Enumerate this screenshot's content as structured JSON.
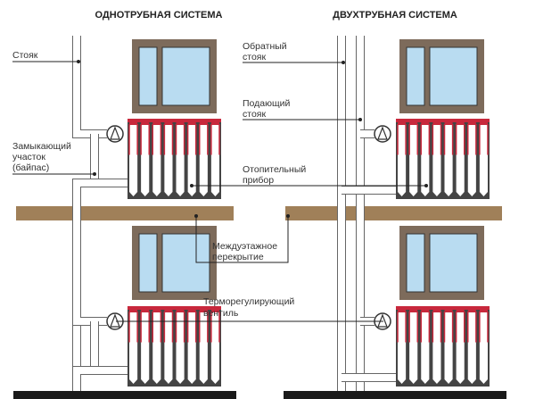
{
  "titles": {
    "one_pipe": "ОДНОТРУБНАЯ СИСТЕМА",
    "two_pipe": "ДВУХТРУБНАЯ СИСТЕМА"
  },
  "labels": {
    "riser": "Стояк",
    "bypass": [
      "Замыкающий",
      "участок",
      "(байпас)"
    ],
    "return_riser": [
      "Обратный",
      "стояк"
    ],
    "supply_riser": [
      "Подающий",
      "стояк"
    ],
    "heater": [
      "Отопительный",
      "прибор"
    ],
    "floor_slab": [
      "Междуэтажное",
      "перекрытие"
    ],
    "thermo_valve": [
      "Терморегулирующий",
      "вентиль"
    ]
  },
  "colors": {
    "slab": "#a08059",
    "frame": "#7d6b5b",
    "glass": "#b9dcf1",
    "hot": "#c8283c",
    "cold": "#111111",
    "bottom": "#1a1a1a"
  }
}
